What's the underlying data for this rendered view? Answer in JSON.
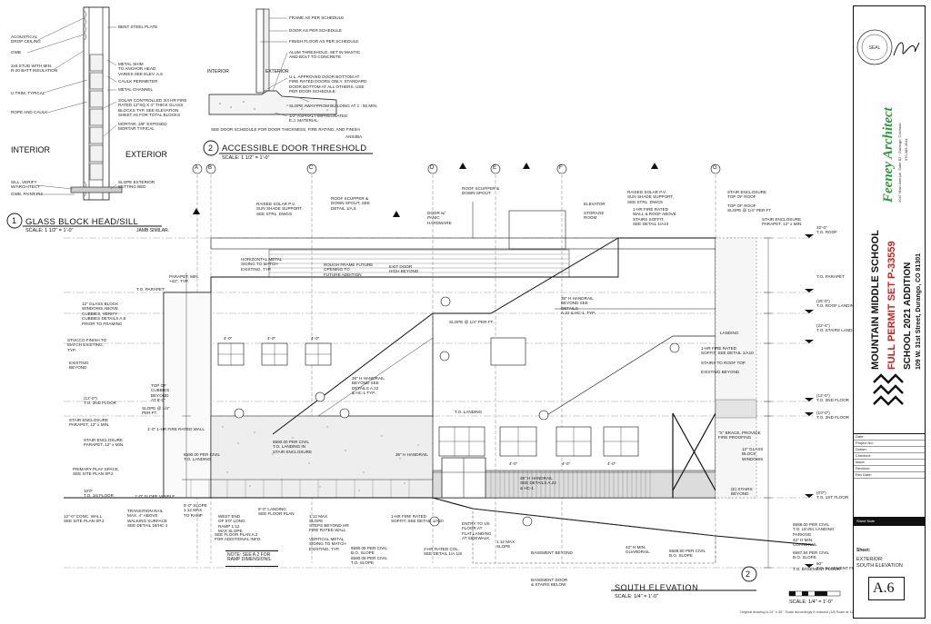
{
  "detail1": {
    "number": "1",
    "title": "GLASS BLOCK HEAD/SILL",
    "scale": "SCALE: 1 1/2\" = 1'-0\"",
    "note": "JAMB SIMILAR.",
    "interior": "INTERIOR",
    "exterior": "EXTERIOR",
    "left_notes": [
      "ACOUSTICAL\nDROP CEILING",
      "GWB",
      "2x6 STUD WITH MIN.\nR-20 BATT INSULATION",
      "U TRIM, TYPICAL",
      "ROPE AND CAULK",
      "SILL, VERIFY\nW/ARCHITECT",
      "GWB, PAINT P/4"
    ],
    "right_notes": [
      "BENT STEEL PLATE",
      "METAL SHIM\nTO ANCHOR HEAD\nVARIES SEE ELEV. A.6",
      "CAULK PERIMETER",
      "METAL CHANNEL",
      "SOLAR CONTROLLED 3/4 HR FIRE\nRATED 12\"SQ X 4\" THICK GLASS\nBLOCKS TYP. SEE ELEVATION\nSHEET A6 FOR TOTAL BLOCKS",
      "MORTAR, 3/8\" EXPOSED\nMORTAR TYPICAL",
      "SLOPE EXTERIOR\nSETTING BED"
    ]
  },
  "detail2": {
    "number": "2",
    "title": "ACCESSIBLE DOOR THRESHOLD",
    "scale": "SCALE: 1 1/2\" = 1'-0\"",
    "interior": "INTERIOR",
    "exterior": "EXTERIOR",
    "notes": [
      "FRAME AS PER SCHEDULE",
      "DOOR AS PER SCHEDULE",
      "FINISH FLOOR AS PER SCHEDULE",
      "ALUM THRESHOLD. SET IN MASTIC\nAND BOLT TO CONCRETE",
      "U.L. APPROVED DOOR BOTTOM AT\nFIRE RATED DOORS ONLY. STANDARD\nDOOR BOTTOM AT ALL OTHERS. USE\nPER DOOR SCHEDULE",
      "SLOPE AWAY FROM BUILDING AT 1 : 50 MIN.",
      "1/2\" ASPHALT-IMPREGNATED\nE.J. MATERIAL",
      "SEE DOOR SCHEDULE FOR DOOR THICKNESS, FIRE RATING, AND FINISH"
    ],
    "tag": "ANSI/BA"
  },
  "grid_bubbles": [
    "A",
    "B",
    "C",
    "D",
    "E",
    "F",
    "G"
  ],
  "elevation": {
    "notes": [
      "RAISED SOLAR P.V.\nSUN SHADE SUPPORT,\nSEE STRL. DWGS",
      "ROOF SCUPPER &\nDOWN SPOUT, SEE\nDETAIL 1/A.6",
      "ROOF SCUPPER &\nDOWN SPOUT",
      "ELEVATOR",
      "RAISED SOLAR P.V.\nSUN SHADE SUPPORT,\nSEE STRL. DWGS",
      "STAIR ENCLOSURE\nTOP OF ROOF",
      "TOP OF ROOF\nSLOPE @ 1/4\" PER FT.",
      "STAIR ENCLOSURE\nPARAPET, 12\" x MIN.",
      "DOOR w/\nPANIC\nHARDWARE",
      "STORAGE\nROOM",
      "1-HR FIRE RATED\nWALL & ROOF ABOVE\nSTAIRS SOFFIT,\nSEE DETAIL 1/A10",
      "HORIZONTAL METAL\nSIDING TO MATCH\nEXISTING, TYP.",
      "ROUGH FRAME FUTURE\nOPENING TO\nFUTURE ADDITION",
      "EXIT DOOR\nHIGH BEYOND",
      "PARAPET, MIN.\n+42\", TYP.",
      "T.O. PARAPET",
      "12\" GLASS BLOCK\nWINDOWS ABOVE\nCUBBIES, VERIFY\nCUBBIES DETAILS A.6\nPRIOR TO FRAMING",
      "STUCCO FINISH TO\nMATCH EXISTING,\nTYP.",
      "EXISTING\nBEYOND",
      "TOP OF\nCUBBIES\nBEYOND\nAT 9'-0\"",
      "SLOPE @ 1/4\"\nPER FT.",
      "36\" H HANDRAIL\nBEYOND SEE\nDETAILS\nA.22 & HC-1, TYP.",
      "SLOPE @ 1/4\" PER FT.",
      "36\" H HANDRAIL\nBEYOND SEE\nDETAILS A.22\n& HC-1 TYP.",
      "1-HR FIRE RATED\nSOFFIT, SEE DETAIL 1/A10",
      "STAIRS TO ROOF TOP",
      "EXISTING BEYOND",
      "LANDING",
      "STAIR ENCLOSURE\nPARAPET, 12\" x MIN.",
      "6590.00 PER CIVIL\nT.O. LANDING IN\nSTAIR ENCLOSURE",
      "T.O. LANDING",
      "36\" H HANDRAIL",
      "36\" H HANDRAIL\nSEE DETAILS A.22\n& HC-1",
      "\"X\" BRACE, PROVIDE\nFIRE PROOFING",
      "12\" GLASS\nBLOCK\nWINDOWS",
      "(E) STAIRS\nBEYOND",
      "PRIMARY PLAY SPACE,\nSEE SITE PLAN SP.2",
      "TRANSITION RAIL\nMAX. 4\" ABOVE\nWALKING SURFACE\nSEE DETAIL 18/HC-1",
      "12\"-0\" CONC. WALL\nSEE SITE PLAN SP.2",
      "5'-0\" SLOPE\n1:12 MAX\nTO RAMP",
      "WEST END\nOF 5'0\" LONG\nRAMP 1:12\nMAX SLOPE",
      "SEE FLOOR PLAN A.2\nFOR ADDITIONAL INFO.",
      "6'-0\" LANDING\nSEE FLOOR PLAN",
      "1:12 MAX\nSLOPE",
      "STEPS BEYOND HR\nFIRE RATED WALL",
      "VERTICAL METAL\nSIDING TO MATCH\nEXISTING, TYP.",
      "6590.05 PER CIVIL\nB.O. SLOPE",
      "6590.05 PER CIVIL\nT.O. SLOPE",
      "1-HR FIRE RATED\nSOFFIT, SEE DETAIL 1/A10",
      "ENTRY TO 1/6\nFLOOR AT\nFLAT LANDING\nAT SIDEWALK",
      "2-HR RATED COL.\nSEE DETAIL 1/A.1/8",
      "1:12 MAX\nSLOPE",
      "BASEMENT BEYOND",
      "42\" H MIN.\nGUARDRAIL",
      "6588.50 PER CIVIL\nB.O. SLOPE",
      "BASEMENT DOOR\n& STAIRS BELOW",
      "6588.00 PER CIVIL\nT.O. LEVEL LANDING\nPARKING",
      "42\" H MIN.\nGUARDRAIL",
      "6587.84 PER CIVIL\nB.O. SLOPE",
      "T.O. BASEMENT FLOOR"
    ],
    "levels_right": [
      "32'-0\"\nT.O. ROOF",
      "T.O. PARAPET",
      "(26'-0\")\nT.O. ROOF LANDING",
      "(22'-4\")\nT.O. STAIRS LANDING",
      "(12'-0\")\nT.O. 2ND FLOOR",
      "(10'-0\")\nT.O. 2ND FLOOR",
      "(0'0\")\nT.O. 1ST FLOOR",
      "50\"\nT.O. BASEMENT FLOOR"
    ],
    "levels_left": [
      "(12'-0\")\nT.O. 2ND FLOOR",
      "STAIR ENCLOSURE\nPARAPET, 12\" x MIN.",
      "10'0\"\nT.O. 1st FLOOR",
      "1'-0\" SLOPE VISIBLE",
      "6590.00 PER CIVIL\nT.O. LANDING",
      "1'-0\" 1-HR FIRE RATED WALL"
    ],
    "ramp_note": "NOTE: SEE A.2 FOR\nRAMP DIMENSIONS.",
    "title_number": "2",
    "title": "SOUTH ELEVATION",
    "scale": "SCALE: 1/4\" = 1'-0\"",
    "scale_bar_label": "SCALE: 1/4\" = 1'-0\"",
    "footnote": "Original drawing is 24\" x 36\". Scale accordingly if reduced (1/8 Scale at 11x17).",
    "dim_labels": [
      "4'-0\"",
      "4'-0\"",
      "4'-0\"",
      "4'-0\"",
      "4'-0\"",
      "4'-0\""
    ]
  },
  "title_block": {
    "firm": "Feeney Architect",
    "firm_address": "1047 Main Avenue, Suite B2 · Durango, Colorado",
    "firm_phone": "970.385.4944",
    "project_name": "MOUNTAIN MIDDLE SCHOOL",
    "permit": "FULL PERMIT SET P-33559",
    "project_sub": "SCHOOL 2021 ADDITION",
    "address": "109 W. 31st Street, Durango, CO 81301",
    "info_rows": [
      "Date:",
      "Project No:",
      "Drawn:",
      "Checked:",
      "Issue:",
      "Revision:",
      "Rev Date:"
    ],
    "sheet_notes_label": "Sheet Note",
    "sheet_label": "Sheet:",
    "sheet_title": "EXTERIOR:\nSOUTH ELEVATION",
    "sheet_number": "A.6"
  },
  "colors": {
    "accent_red": "#d21e1e",
    "accent_green": "#2e9a3a",
    "line": "#111111"
  }
}
